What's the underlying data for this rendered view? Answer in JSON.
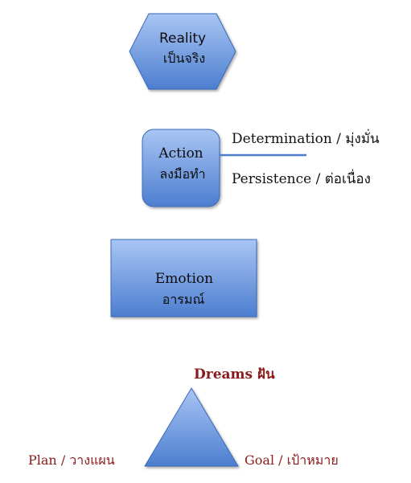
{
  "colors": {
    "shape_fill_top": "#a7c3f2",
    "shape_fill_bottom": "#4f81d0",
    "shape_stroke": "#3b6bb8",
    "connector_line": "#4a7bc8",
    "dreams_text": "#8b1a1a"
  },
  "reality": {
    "title": "Reality",
    "subtitle": "เป็นจริง"
  },
  "action": {
    "title": "Action",
    "subtitle": "ลงมือทำ",
    "determination_label": "Determination / มุ่งมั่น",
    "persistence_label": "Persistence / ต่อเนื่อง"
  },
  "emotion": {
    "title": "Emotion",
    "subtitle": "อารมณ์"
  },
  "dreams": {
    "title": "Dreams ฝัน",
    "plan_label": "Plan / วางแผน",
    "goal_label": "Goal / เป้าหมาย"
  }
}
